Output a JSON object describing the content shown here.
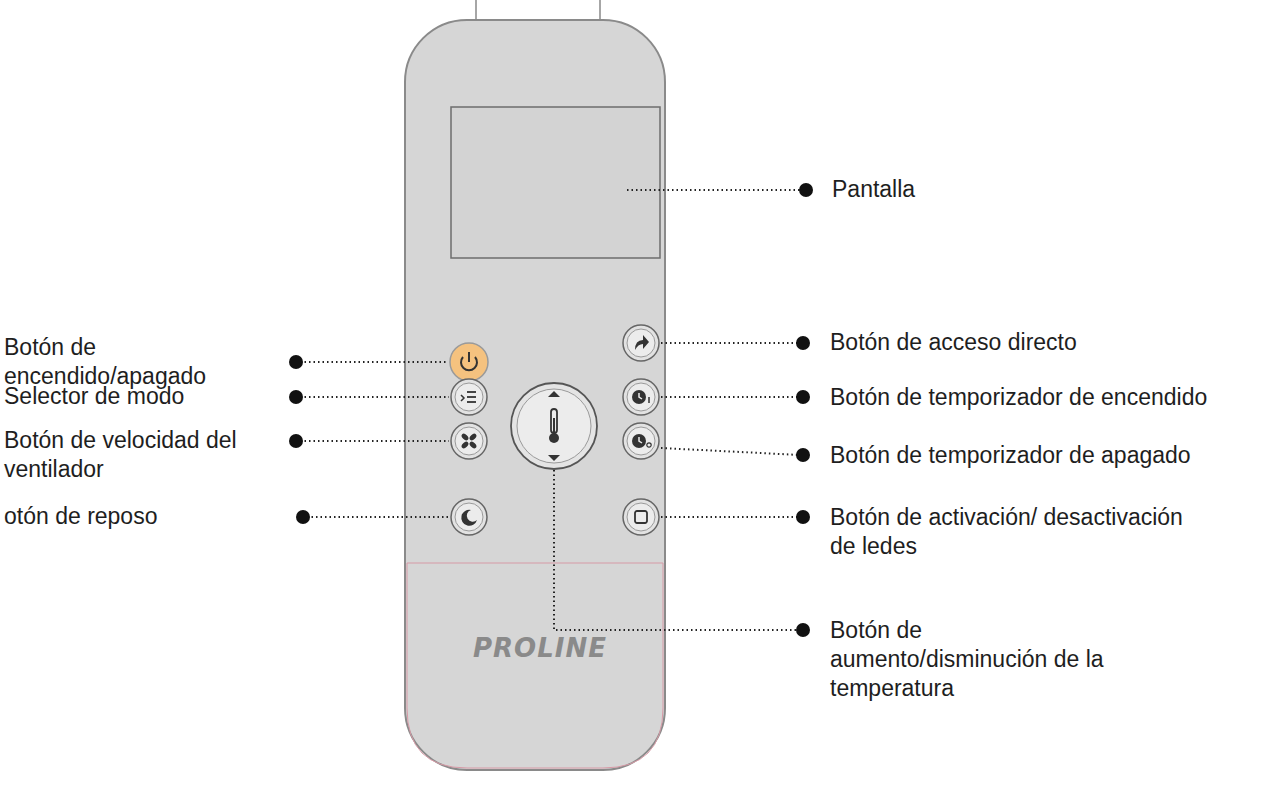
{
  "diagram": {
    "labels": [
      "Pantalla",
      "Botón de encendido/apagado",
      "Botón de acceso directo",
      "Selector de modo",
      "Botón de temporizador de encendido",
      "Botón de velocidad del ventilador",
      "Botón de temporizador de apagado",
      "otón de reposo",
      "Botón de activación/ desactivación de ledes",
      "PROLINE",
      "Botón de aumento/disminución de la temperatura"
    ]
  }
}
